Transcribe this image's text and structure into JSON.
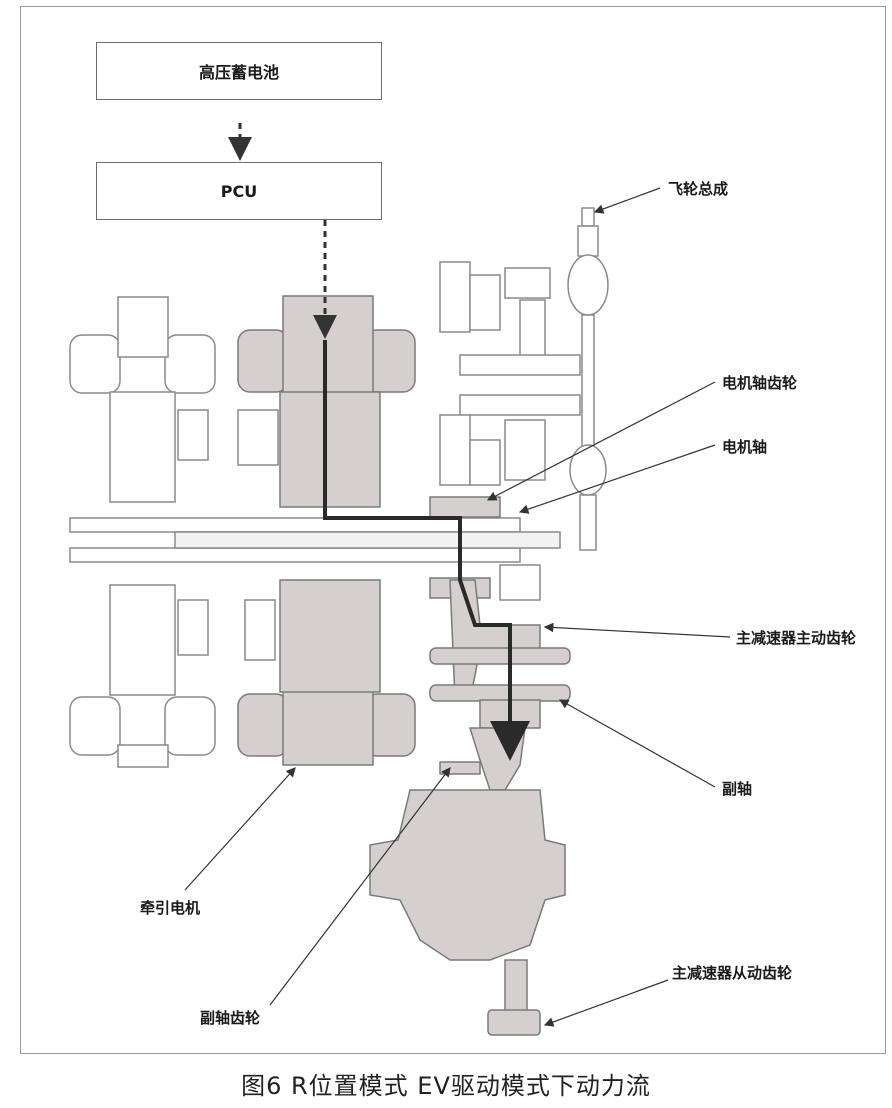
{
  "diagram": {
    "boxes": {
      "battery": "高压蓄电池",
      "pcu": "PCU"
    },
    "labels": {
      "flywheel": "飞轮总成",
      "motor_shaft_gear": "电机轴齿轮",
      "motor_shaft": "电机轴",
      "final_drive_gear": "主减速器主动齿轮",
      "countershaft": "副轴",
      "traction_motor": "牵引电机",
      "countershaft_gear": "副轴齿轮",
      "final_driven_gear": "主减速器从动齿轮"
    },
    "caption": "图6 R位置模式 EV驱动模式下动力流"
  },
  "colors": {
    "part_fill": "#d6cfcf",
    "outline": "#7a7a7a",
    "power_flow": "#2a2a2a"
  }
}
